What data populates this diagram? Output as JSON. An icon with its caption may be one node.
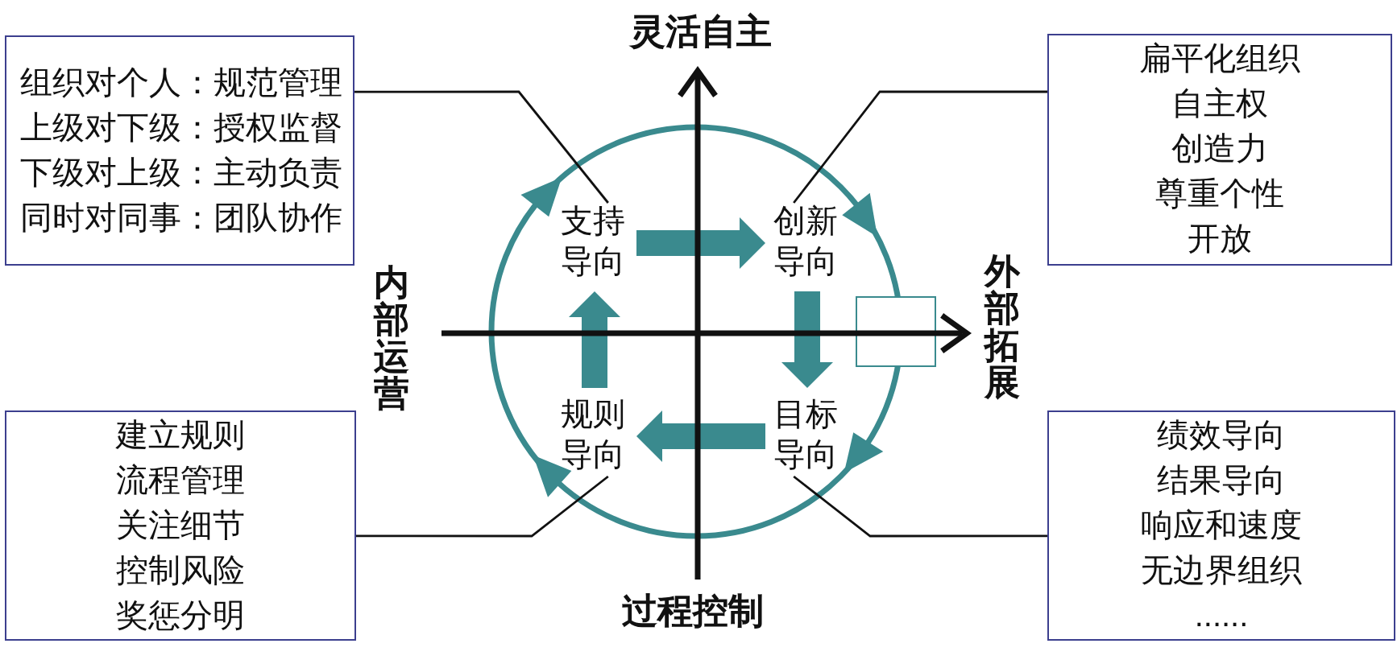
{
  "diagram": {
    "nodes": [
      {
        "text": [
          "组织对个人：规范管理",
          "上级对下级：授权监督",
          "下级对上级：主动负责",
          "同时对同事：团队协作"
        ]
      },
      {
        "text": [
          "扁平化组织",
          "自主权",
          "创造力",
          "尊重个性",
          "开放"
        ]
      },
      {
        "text": [
          "支持导向"
        ]
      },
      {
        "text": [
          "创新导向"
        ]
      },
      {
        "text": [],
        "shape": "box"
      },
      {
        "text": [
          "规则导向"
        ]
      },
      {
        "text": [
          "目标导向"
        ]
      },
      {
        "text": [
          "建立规则",
          "流程管理",
          "关注细节",
          "控制风险",
          "奖惩分明"
        ]
      },
      {
        "text": [
          "绩效导向",
          "结果导向",
          "响应和速度",
          "无边界组织",
          "......"
        ]
      }
    ],
    "edges": [
      {
        "from": 0,
        "to": 2,
        "arrow": "none"
      },
      {
        "from": 1,
        "to": 3,
        "arrow": "none"
      },
      {
        "from": 7,
        "to": 5,
        "arrow": "none"
      },
      {
        "from": 8,
        "to": 6,
        "arrow": "none"
      },
      {
        "from": 2,
        "to": 3,
        "arrow": "to",
        "style": "thick",
        "color": "#3a8a8e"
      },
      {
        "from": 3,
        "to": 6,
        "arrow": "to",
        "style": "thick",
        "color": "#3a8a8e"
      },
      {
        "from": 6,
        "to": 5,
        "arrow": "to",
        "style": "thick",
        "color": "#3a8a8e"
      },
      {
        "from": 5,
        "to": 2,
        "arrow": "to",
        "style": "thick",
        "color": "#3a8a8e"
      }
    ],
    "labels": [
      "灵活自主",
      "内部运营",
      "外部拓展",
      "过程控制"
    ]
  }
}
